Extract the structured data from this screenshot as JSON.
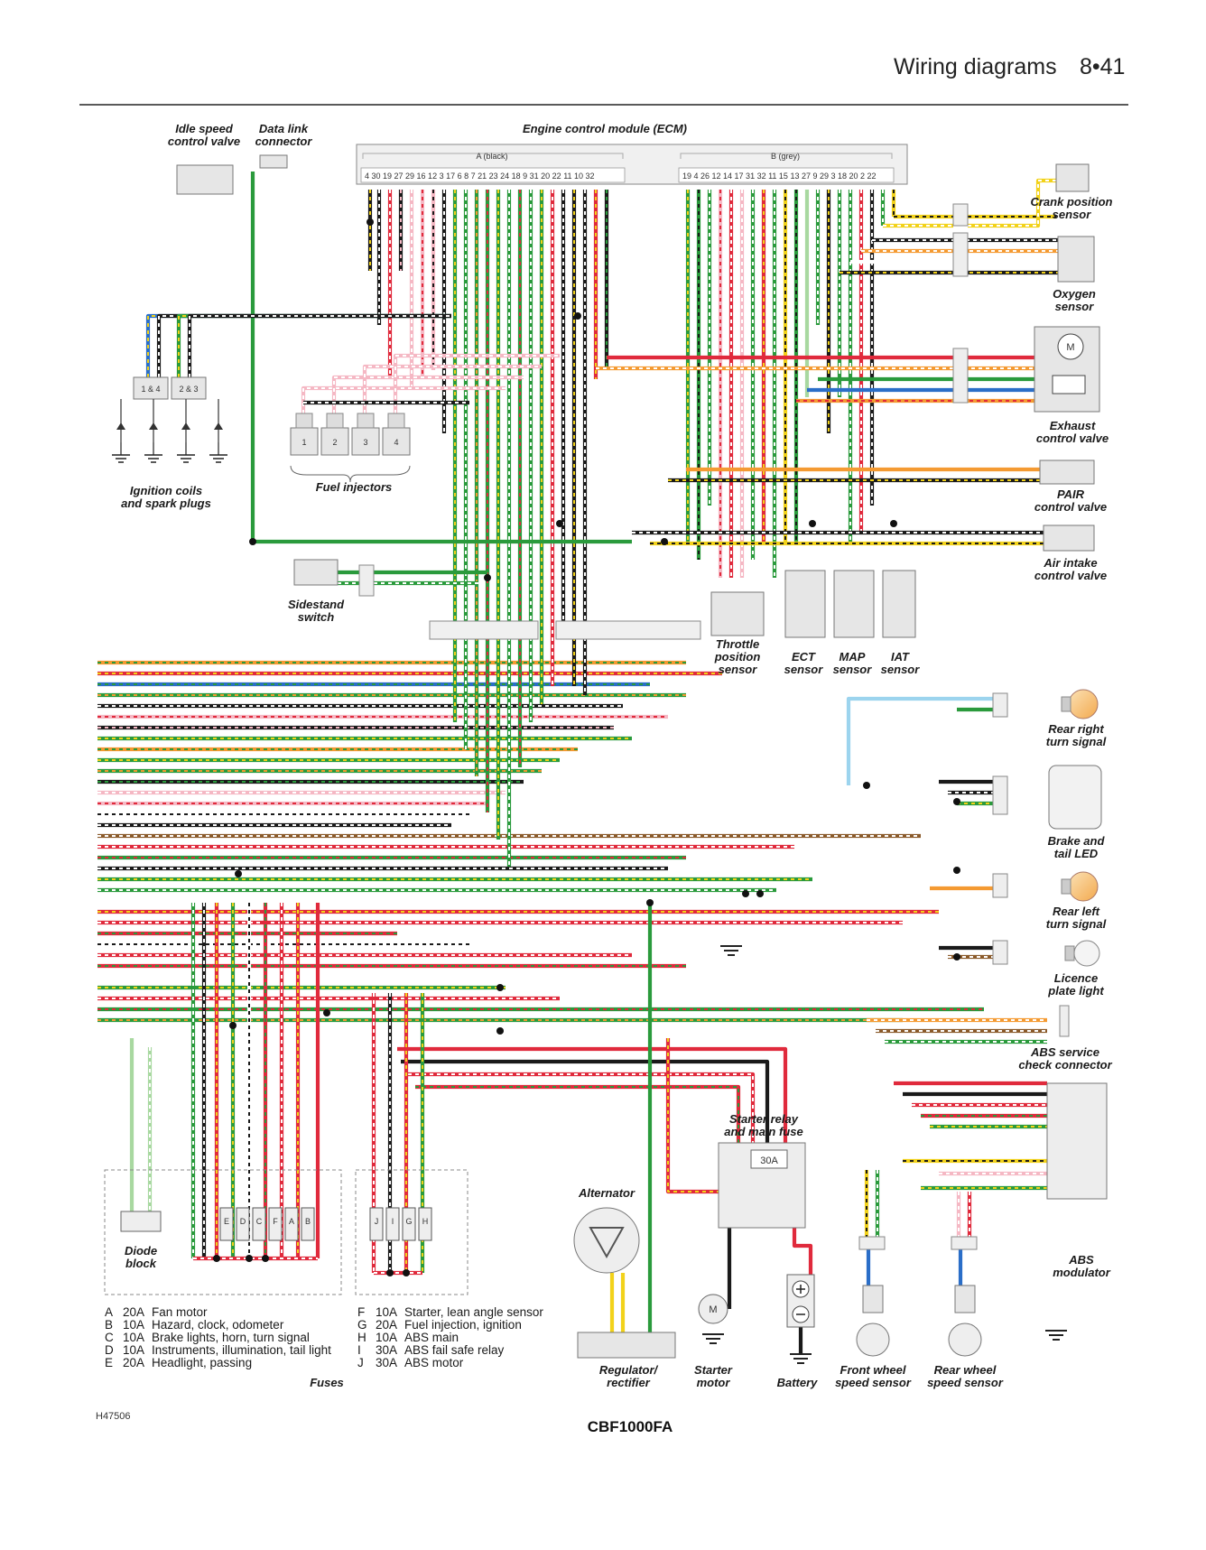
{
  "header": {
    "title": "Wiring diagrams",
    "page": "8•41"
  },
  "ecm": {
    "title": "Engine control module (ECM)",
    "connector_a": "A (black)",
    "connector_b": "B (grey)",
    "pins_a": "4 30 19 27 29 16 12  3 17  6  8  7 21 23 24 18  9  31 20  22 11 10 32",
    "pins_b": "19  4  26 12 14 17 31 32 11  15 13 27  9 29  3 18 20  2  22"
  },
  "labels": {
    "idle_speed_1": "Idle speed",
    "idle_speed_2": "control valve",
    "data_link_1": "Data link",
    "data_link_2": "connector",
    "crank_1": "Crank position",
    "crank_2": "sensor",
    "oxygen_1": "Oxygen",
    "oxygen_2": "sensor",
    "exhaust_1": "Exhaust",
    "exhaust_2": "control valve",
    "pair_1": "PAIR",
    "pair_2": "control valve",
    "air_intake_1": "Air intake",
    "air_intake_2": "control valve",
    "ignition_1": "Ignition coils",
    "ignition_2": "and spark plugs",
    "injectors": "Fuel injectors",
    "sidestand_1": "Sidestand",
    "sidestand_2": "switch",
    "throttle_1": "Throttle",
    "throttle_2": "position",
    "throttle_3": "sensor",
    "ect_1": "ECT",
    "ect_2": "sensor",
    "map_1": "MAP",
    "map_2": "sensor",
    "iat_1": "IAT",
    "iat_2": "sensor",
    "rear_right_1": "Rear right",
    "rear_right_2": "turn signal",
    "brake_tail_1": "Brake and",
    "brake_tail_2": "tail LED",
    "rear_left_1": "Rear left",
    "rear_left_2": "turn signal",
    "licence_1": "Licence",
    "licence_2": "plate light",
    "abs_service_1": "ABS service",
    "abs_service_2": "check connector",
    "starter_relay_1": "Starter relay",
    "starter_relay_2": "and main fuse",
    "main_fuse": "30A",
    "alternator": "Alternator",
    "diode_1": "Diode",
    "diode_2": "block",
    "abs_mod_1": "ABS",
    "abs_mod_2": "modulator",
    "regulator_1": "Regulator/",
    "regulator_2": "rectifier",
    "starter_motor_1": "Starter",
    "starter_motor_2": "motor",
    "battery": "Battery",
    "front_wheel_1": "Front wheel",
    "front_wheel_2": "speed sensor",
    "rear_wheel_1": "Rear wheel",
    "rear_wheel_2": "speed sensor",
    "fuses": "Fuses",
    "coil_14": "1 & 4",
    "coil_23": "2 & 3",
    "inj_1": "1",
    "inj_2": "2",
    "inj_3": "3",
    "inj_4": "4",
    "motor_m": "M"
  },
  "fuses_left": [
    {
      "id": "A",
      "rating": "20A",
      "desc": "Fan motor"
    },
    {
      "id": "B",
      "rating": "10A",
      "desc": "Hazard, clock, odometer"
    },
    {
      "id": "C",
      "rating": "10A",
      "desc": "Brake lights, horn, turn signal"
    },
    {
      "id": "D",
      "rating": "10A",
      "desc": "Instruments, illumination, tail light"
    },
    {
      "id": "E",
      "rating": "20A",
      "desc": "Headlight, passing"
    }
  ],
  "fuses_right": [
    {
      "id": "F",
      "rating": "10A",
      "desc": "Starter, lean angle sensor"
    },
    {
      "id": "G",
      "rating": "20A",
      "desc": "Fuel injection, ignition"
    },
    {
      "id": "H",
      "rating": "10A",
      "desc": "ABS main"
    },
    {
      "id": "I",
      "rating": "30A",
      "desc": "ABS fail safe relay"
    },
    {
      "id": "J",
      "rating": "30A",
      "desc": "ABS motor"
    }
  ],
  "fuse_block_left": [
    "E",
    "D",
    "C",
    "F",
    "A",
    "B"
  ],
  "fuse_block_right": [
    "J",
    "I",
    "G",
    "H"
  ],
  "footer": {
    "code": "H47506",
    "model": "CBF1000FA"
  },
  "wire_colors": {
    "green": "#2a9a3c",
    "red": "#e02a3c",
    "black": "#1a1a1a",
    "yellow": "#f2d21a",
    "orange": "#f49a32",
    "brown": "#8a5a2a",
    "blue": "#2a6ec8",
    "light_blue": "#9cd4ee",
    "pink": "#f5b8c4",
    "white": "#ffffff",
    "light_green": "#a8d8a0",
    "grey": "#bbbbbb"
  }
}
